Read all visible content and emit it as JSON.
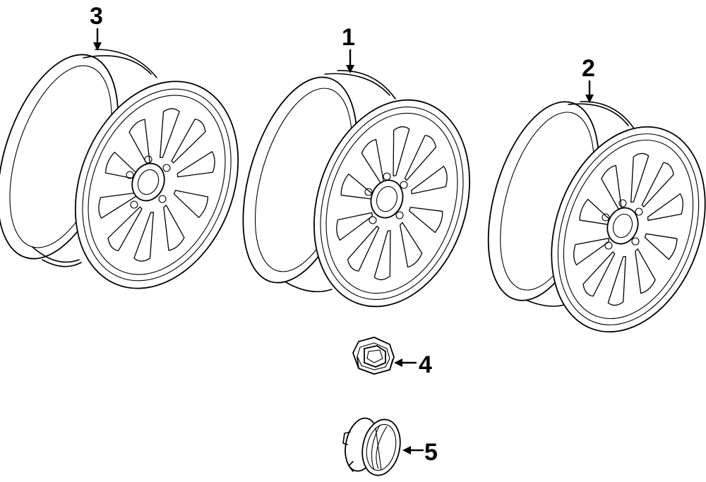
{
  "diagram": {
    "parts": [
      {
        "callout": "1",
        "part": "wheel"
      },
      {
        "callout": "2",
        "part": "wheel"
      },
      {
        "callout": "3",
        "part": "wheel"
      },
      {
        "callout": "4",
        "part": "lug-nut"
      },
      {
        "callout": "5",
        "part": "center-cap"
      }
    ]
  }
}
